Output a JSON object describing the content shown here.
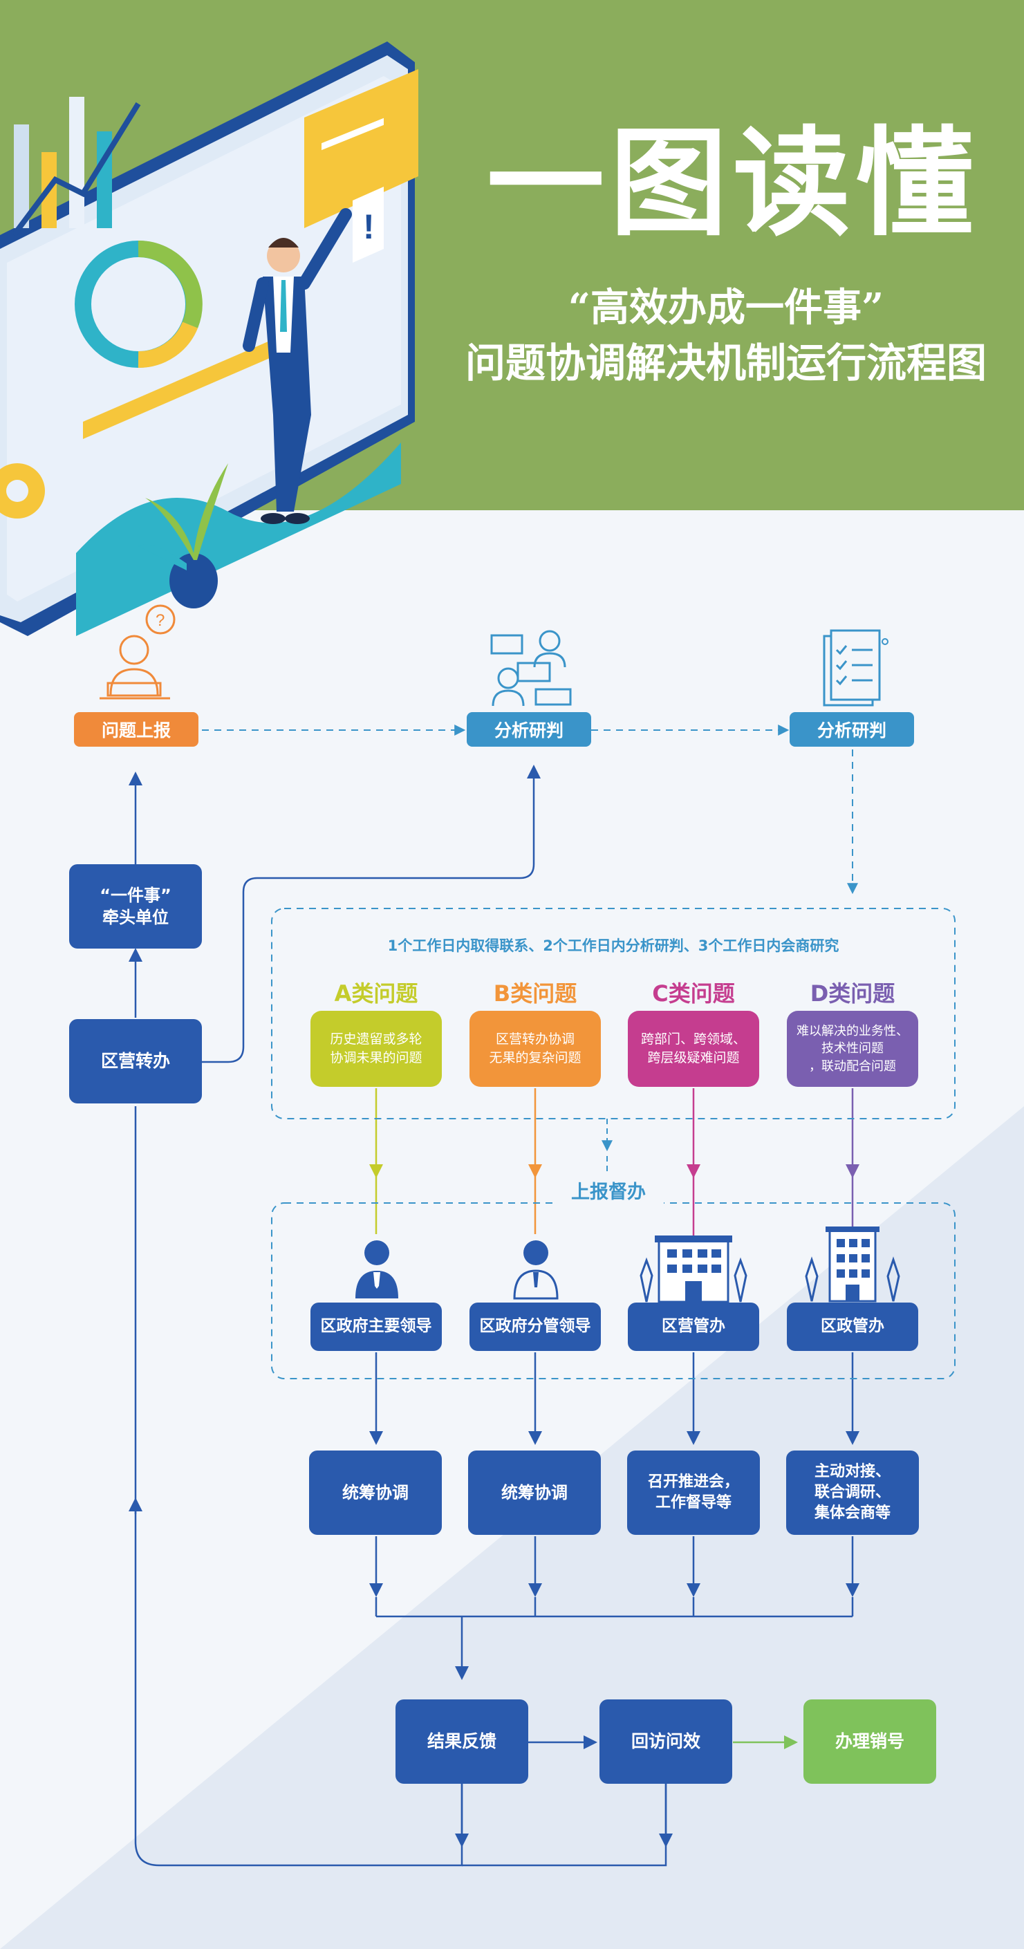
{
  "header": {
    "title": "一图读懂",
    "subtitle_1": "“高效办成一件事”",
    "subtitle_2": "问题协调解决机制运行流程图"
  },
  "flow": {
    "step_report": "问题上报",
    "step_analysis_1": "分析研判",
    "step_analysis_2": "分析研判",
    "lead_unit": "“一件事”\n牵头单位",
    "district_transfer": "区营转办",
    "timeline_note": "1个工作日内取得联系、2个工作日内分析研判、3个工作日内会商研究",
    "supervise_label": "上报督办",
    "categories": [
      {
        "title": "A类问题",
        "desc": "历史遗留或多轮\n协调未果的问题",
        "color": "#c4cc2b"
      },
      {
        "title": "B类问题",
        "desc": "区营转办协调\n无果的复杂问题",
        "color": "#f2953a"
      },
      {
        "title": "C类问题",
        "desc": "跨部门、跨领域、\n跨层级疑难问题",
        "color": "#c53d8f"
      },
      {
        "title": "D类问题",
        "desc": "难以解决的业务性、\n技术性问题\n，联动配合问题",
        "color": "#7a5fb0"
      }
    ],
    "handlers": [
      "区政府主要领导",
      "区政府分管领导",
      "区营管办",
      "区政管办"
    ],
    "actions": [
      "统筹协调",
      "统筹协调",
      "召开推进会，\n工作督导等",
      "主动对接、\n联合调研、\n集体会商等"
    ],
    "feedback": "结果反馈",
    "revisit": "回访问效",
    "close": "办理销号"
  },
  "colors": {
    "header_green": "#8bad5c",
    "orange": "#f08a3a",
    "sky": "#3a94c9",
    "navy": "#2a5aad",
    "green_done": "#7fc25b"
  },
  "icons": [
    "user-question-icon",
    "team-discussion-icon",
    "checklist-icon",
    "leader-icon",
    "official-icon",
    "building-icon"
  ]
}
